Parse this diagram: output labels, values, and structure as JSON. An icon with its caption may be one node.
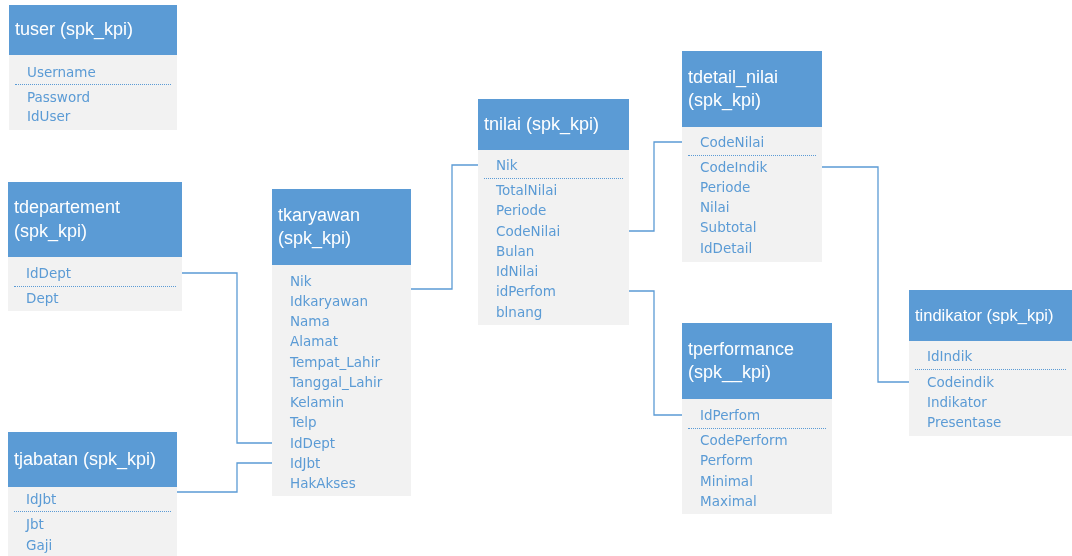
{
  "diagram": {
    "nodes": [
      {
        "text": [
          "tuser (spk_kpi)",
          "Username",
          "Password",
          "IdUser"
        ]
      },
      {
        "text": [
          "tdepartement (spk_kpi)",
          "IdDept",
          "Dept"
        ]
      },
      {
        "text": [
          "tjabatan (spk_kpi)",
          "IdJbt",
          "Jbt",
          "Gaji"
        ]
      },
      {
        "text": [
          "tkaryawan (spk_kpi)",
          "Nik",
          "Idkaryawan",
          "Nama",
          "Alamat",
          "Tempat_Lahir",
          "Tanggal_Lahir",
          "Kelamin",
          "Telp",
          "IdDept",
          "IdJbt",
          "HakAkses"
        ]
      },
      {
        "text": [
          "tnilai (spk_kpi)",
          "Nik",
          "TotalNilai",
          "Periode",
          "CodeNilai",
          "Bulan",
          "IdNilai",
          "idPerfom",
          "blnang"
        ]
      },
      {
        "text": [
          "tdetail_nilai (spk_kpi)",
          "CodeNilai",
          "CodeIndik",
          "Periode",
          "Nilai",
          "Subtotal",
          "IdDetail"
        ]
      },
      {
        "text": [
          "tperformance (spk__kpi)",
          "IdPerfom",
          "CodePerform",
          "Perform",
          "Minimal",
          "Maximal"
        ]
      },
      {
        "text": [
          "tindikator (spk_kpi)",
          "IdIndik",
          "Codeindik",
          "Indikator",
          "Presentase"
        ]
      }
    ],
    "edges": [
      {
        "from": 1,
        "to": 3,
        "arrow": "none"
      },
      {
        "from": 2,
        "to": 3,
        "arrow": "none"
      },
      {
        "from": 3,
        "to": 4,
        "arrow": "none"
      },
      {
        "from": 4,
        "to": 5,
        "arrow": "none"
      },
      {
        "from": 4,
        "to": 6,
        "arrow": "none"
      },
      {
        "from": 5,
        "to": 7,
        "arrow": "none"
      }
    ]
  }
}
